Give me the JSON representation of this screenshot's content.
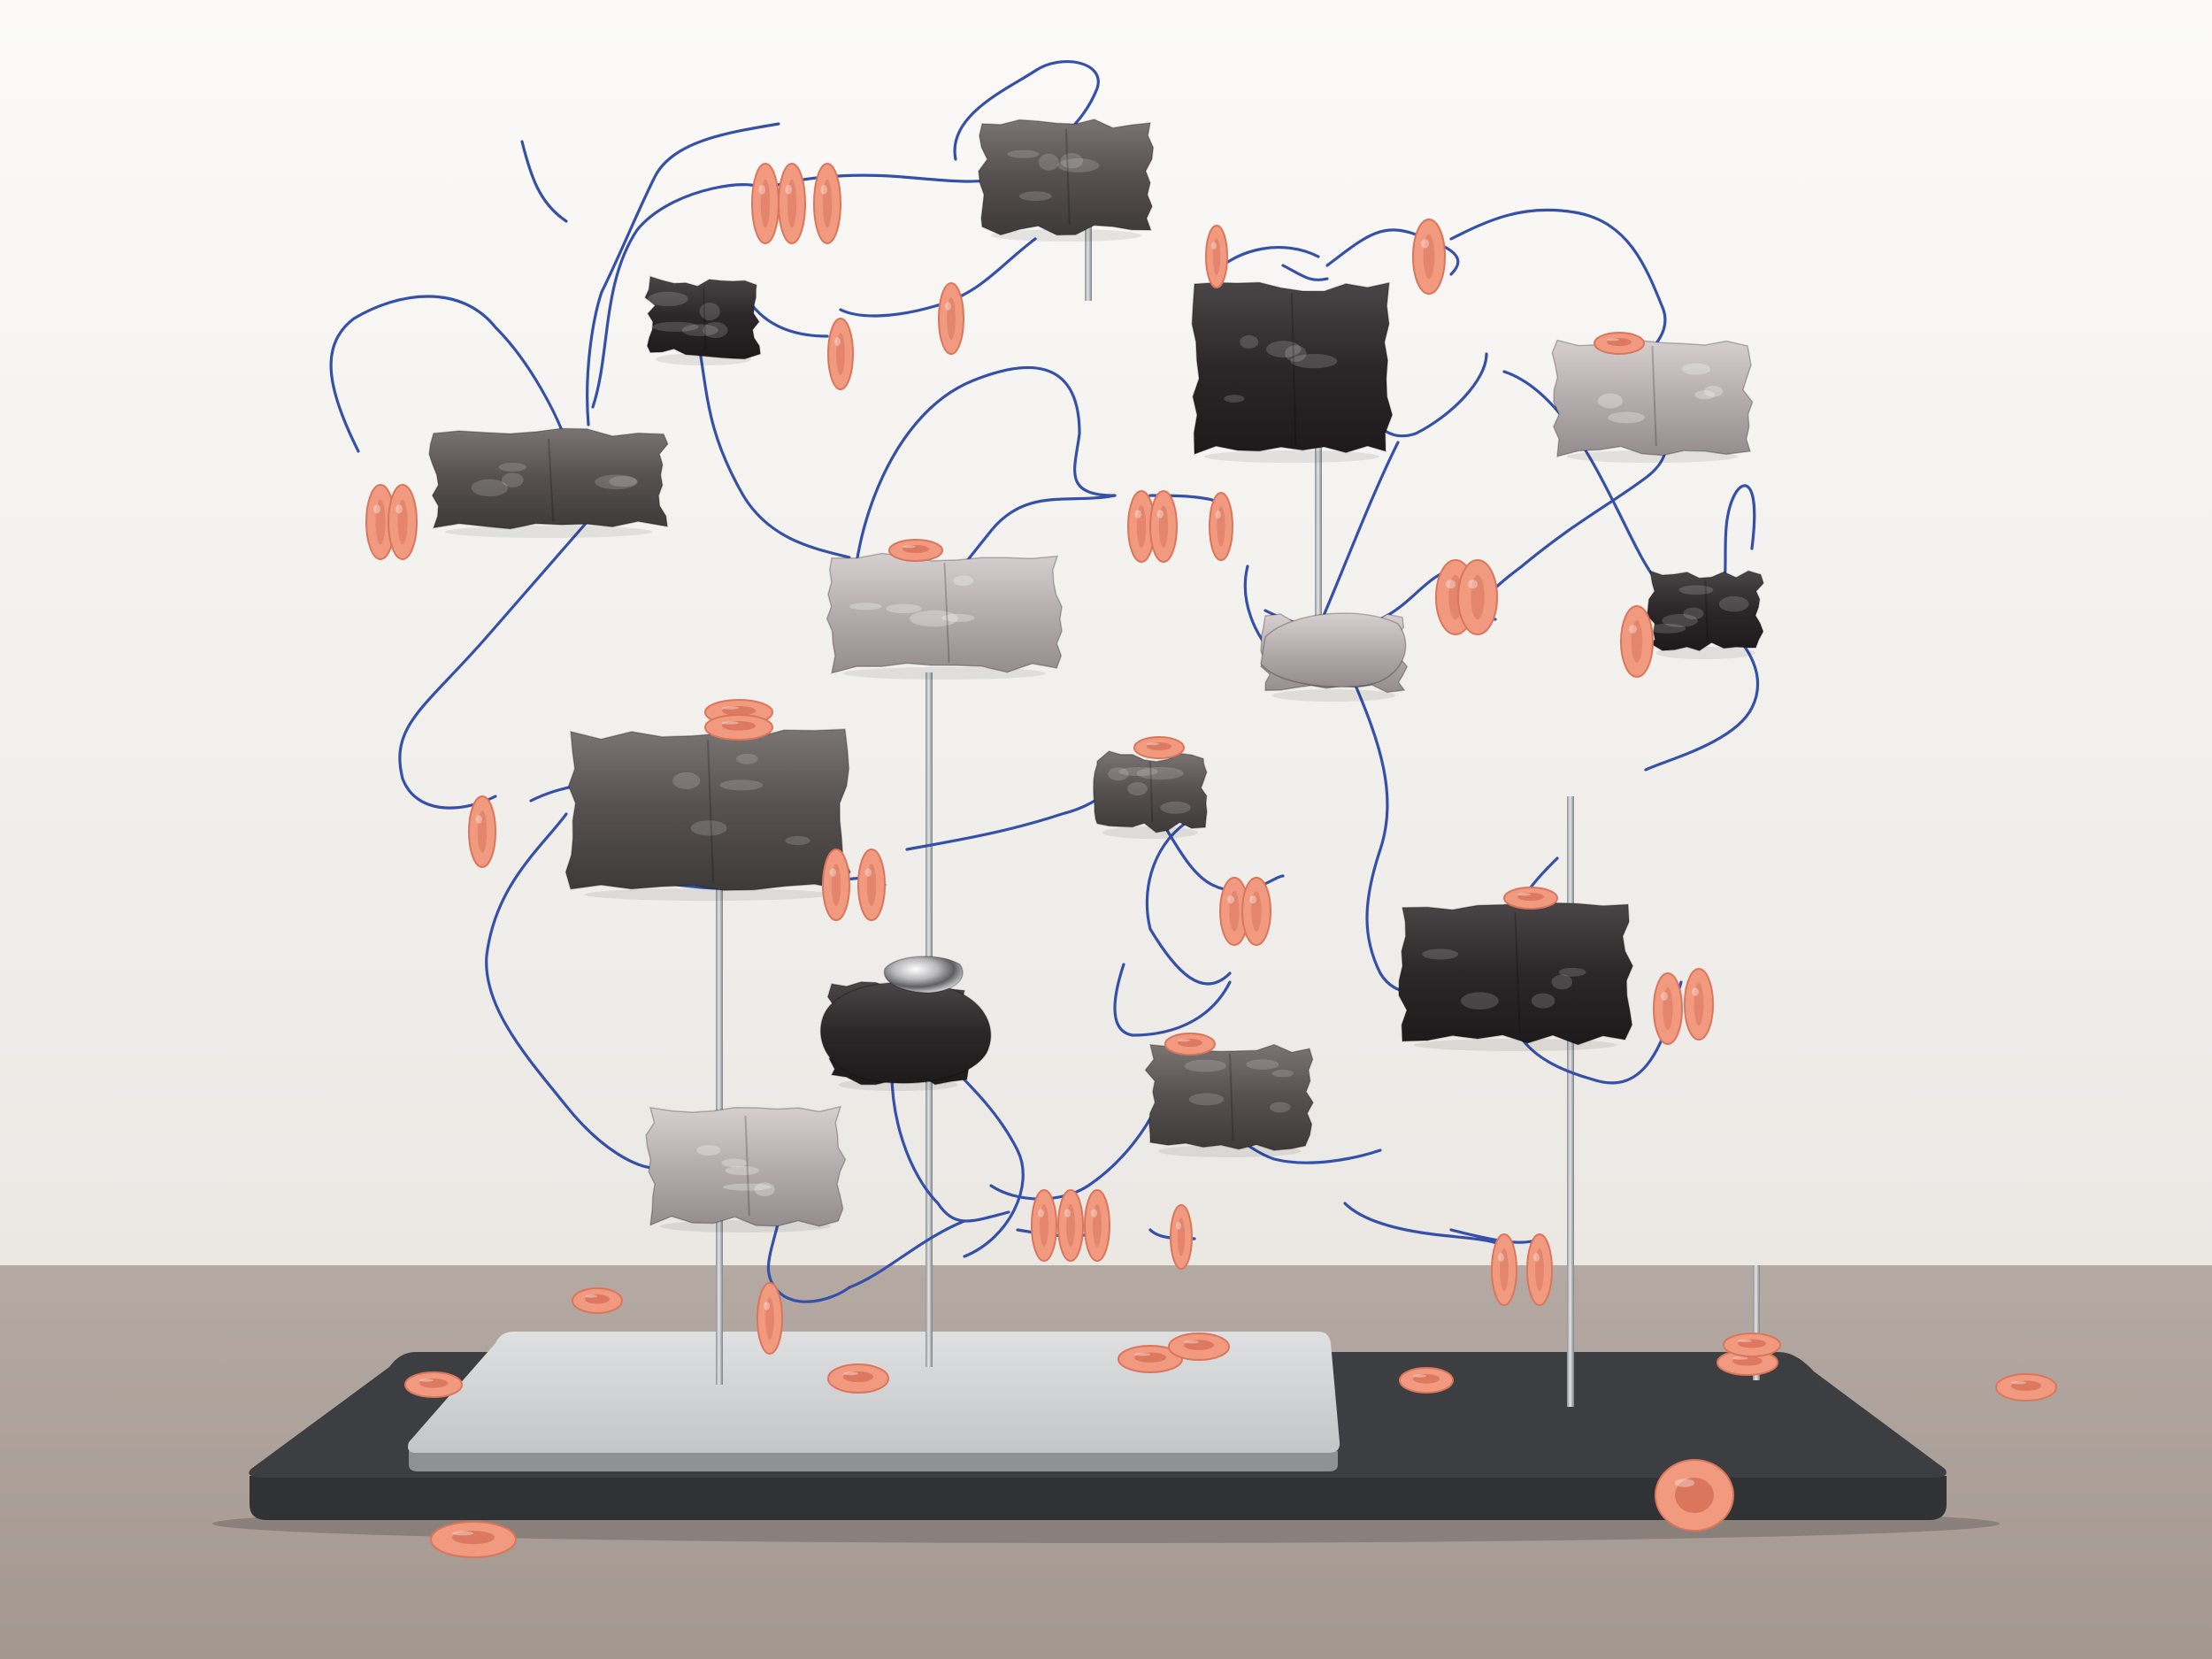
{
  "scene": {
    "subject": "sculpture",
    "palette": {
      "wall_top": "#fbfaf8",
      "wall_bottom": "#ebe8e4",
      "floor": "#a39790",
      "floor_far": "#b5aaa3",
      "base_dark": "#303234",
      "base_dark_top": "#3c3e41",
      "plate_silver": "#c4c5c7",
      "plate_silver_light": "#dfe0e2",
      "wire_blue": "#3550a8",
      "ring_orange": "#f29a80",
      "ring_orange_dark": "#d9765c",
      "rod_steel": "#b8bbbf",
      "block_dark": "#2b2729",
      "block_mid": "#55504f",
      "block_light": "#b5acad"
    },
    "elements": {
      "blocks": 16,
      "rods": 6,
      "rings_on_wires": 36,
      "rings_on_floor": 11
    }
  }
}
